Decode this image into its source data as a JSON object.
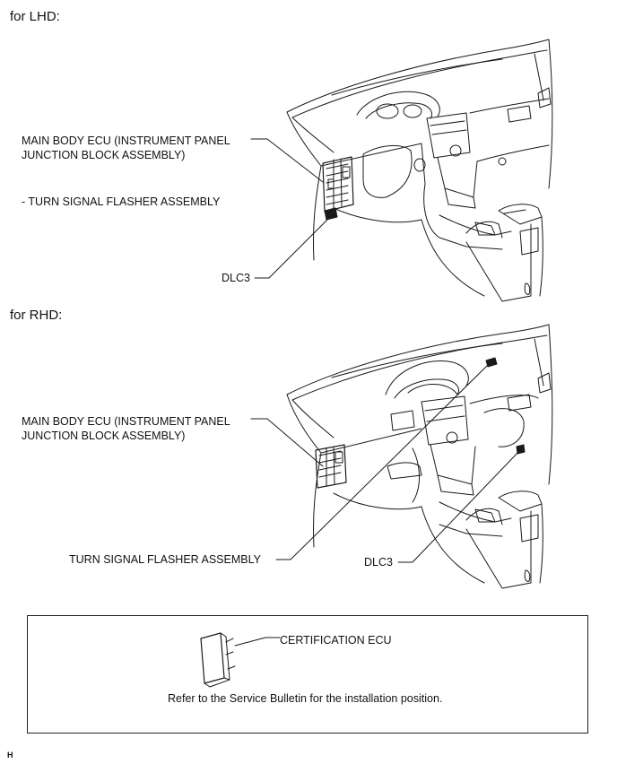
{
  "lhd": {
    "header": "for LHD:",
    "main_body_ecu_line1": "MAIN BODY ECU (INSTRUMENT PANEL",
    "main_body_ecu_line2": "JUNCTION BLOCK ASSEMBLY)",
    "turn_signal": "- TURN SIGNAL FLASHER ASSEMBLY",
    "dlc3": "DLC3"
  },
  "rhd": {
    "header": "for RHD:",
    "main_body_ecu_line1": "MAIN BODY ECU (INSTRUMENT PANEL",
    "main_body_ecu_line2": "JUNCTION BLOCK ASSEMBLY)",
    "turn_signal": "TURN SIGNAL FLASHER ASSEMBLY",
    "dlc3": "DLC3"
  },
  "certification": {
    "label": "CERTIFICATION ECU",
    "note": "Refer to the Service Bulletin for the installation position."
  },
  "footer": {
    "mark": "H"
  }
}
